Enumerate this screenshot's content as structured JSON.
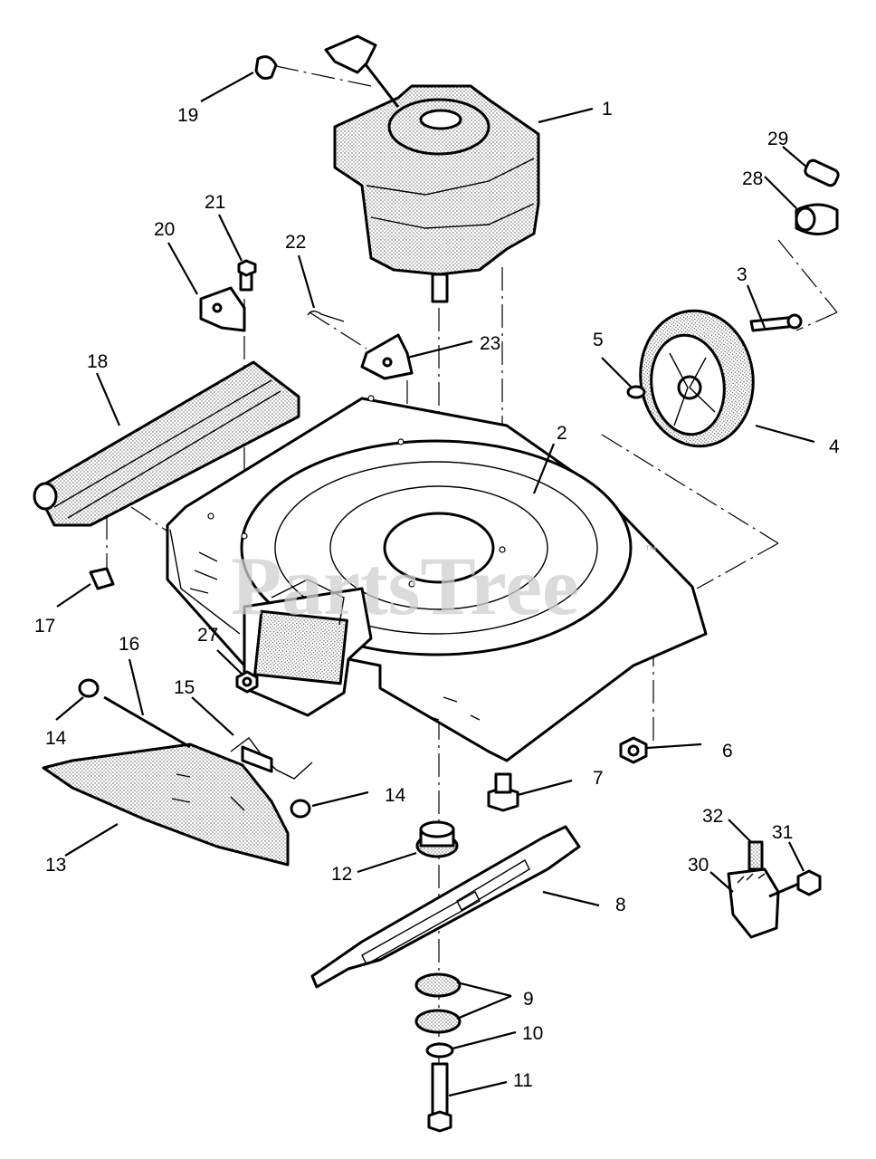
{
  "watermark": {
    "text": "PartsTree",
    "mark": "™"
  },
  "callouts": [
    {
      "id": "c1",
      "label": "1"
    },
    {
      "id": "c2",
      "label": "2"
    },
    {
      "id": "c3",
      "label": "3"
    },
    {
      "id": "c4",
      "label": "4"
    },
    {
      "id": "c5",
      "label": "5"
    },
    {
      "id": "c6",
      "label": "6"
    },
    {
      "id": "c7",
      "label": "7"
    },
    {
      "id": "c8",
      "label": "8"
    },
    {
      "id": "c9",
      "label": "9"
    },
    {
      "id": "c10",
      "label": "10"
    },
    {
      "id": "c11",
      "label": "11"
    },
    {
      "id": "c12",
      "label": "12"
    },
    {
      "id": "c13",
      "label": "13"
    },
    {
      "id": "c14a",
      "label": "14"
    },
    {
      "id": "c14b",
      "label": "14"
    },
    {
      "id": "c15",
      "label": "15"
    },
    {
      "id": "c16",
      "label": "16"
    },
    {
      "id": "c17",
      "label": "17"
    },
    {
      "id": "c18",
      "label": "18"
    },
    {
      "id": "c19",
      "label": "19"
    },
    {
      "id": "c20",
      "label": "20"
    },
    {
      "id": "c21",
      "label": "21"
    },
    {
      "id": "c22",
      "label": "22"
    },
    {
      "id": "c23",
      "label": "23"
    },
    {
      "id": "c27",
      "label": "27"
    },
    {
      "id": "c28",
      "label": "28"
    },
    {
      "id": "c29",
      "label": "29"
    },
    {
      "id": "c30",
      "label": "30"
    },
    {
      "id": "c31",
      "label": "31"
    },
    {
      "id": "c32",
      "label": "32"
    }
  ]
}
